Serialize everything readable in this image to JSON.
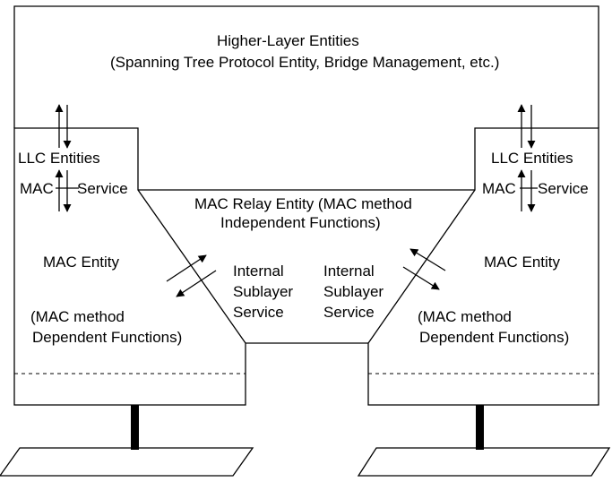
{
  "higher_layer": {
    "title": "Higher-Layer Entities",
    "subtitle": "(Spanning Tree Protocol Entity, Bridge Management, etc.)"
  },
  "left_port": {
    "llc": "LLC Entities",
    "mac_label": "MAC",
    "service_label": "Service",
    "mac_entity": "MAC Entity",
    "mac_method_line1": "(MAC method",
    "mac_method_line2": "Dependent Functions)"
  },
  "right_port": {
    "llc": "LLC Entities",
    "mac_label": "MAC",
    "service_label": "Service",
    "mac_entity": "MAC Entity",
    "mac_method_line1": "(MAC method",
    "mac_method_line2": "Dependent Functions)"
  },
  "relay": {
    "line1": "MAC Relay Entity (MAC method",
    "line2": "Independent Functions)"
  },
  "internal_left": {
    "line1": "Internal",
    "line2": "Sublayer",
    "line3": "Service"
  },
  "internal_right": {
    "line1": "Internal",
    "line2": "Sublayer",
    "line3": "Service"
  }
}
